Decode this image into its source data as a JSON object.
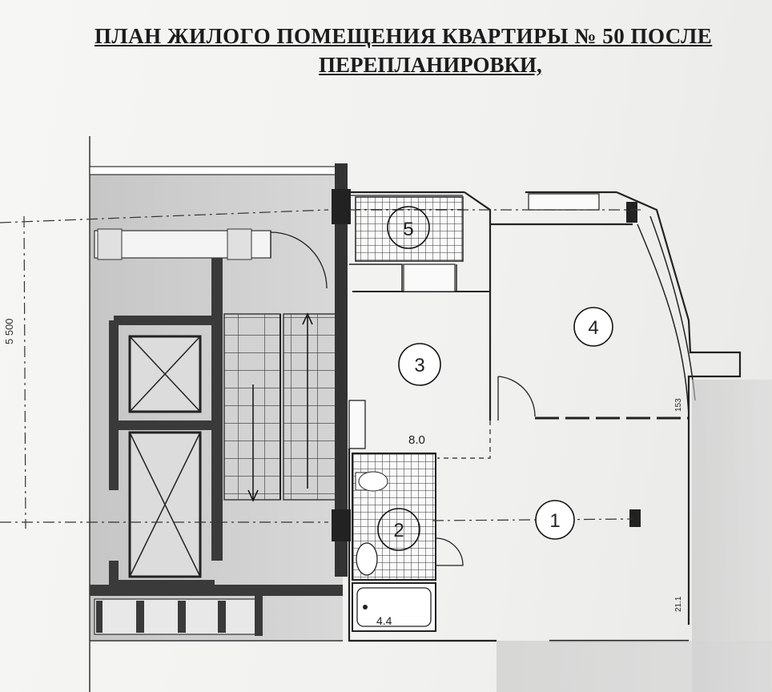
{
  "header": {
    "title_line1": "ПЛАН ЖИЛОГО ПОМЕЩЕНИЯ  КВАРТИРЫ № 50 ПОСЛЕ",
    "title_line2": "ПЕРЕПЛАНИРОВКИ,"
  },
  "dimension": {
    "vertical": "5 500"
  },
  "rooms": [
    {
      "number": "1"
    },
    {
      "number": "2"
    },
    {
      "number": "3",
      "area": "8.0"
    },
    {
      "number": "4"
    },
    {
      "number": "5"
    }
  ],
  "areas": {
    "bath": "4.4",
    "right_upper": "153",
    "right_lower": "21.1"
  },
  "colors": {
    "wall": "#3a3a3a",
    "hatch": "#c9c9c9",
    "line": "#222222"
  }
}
